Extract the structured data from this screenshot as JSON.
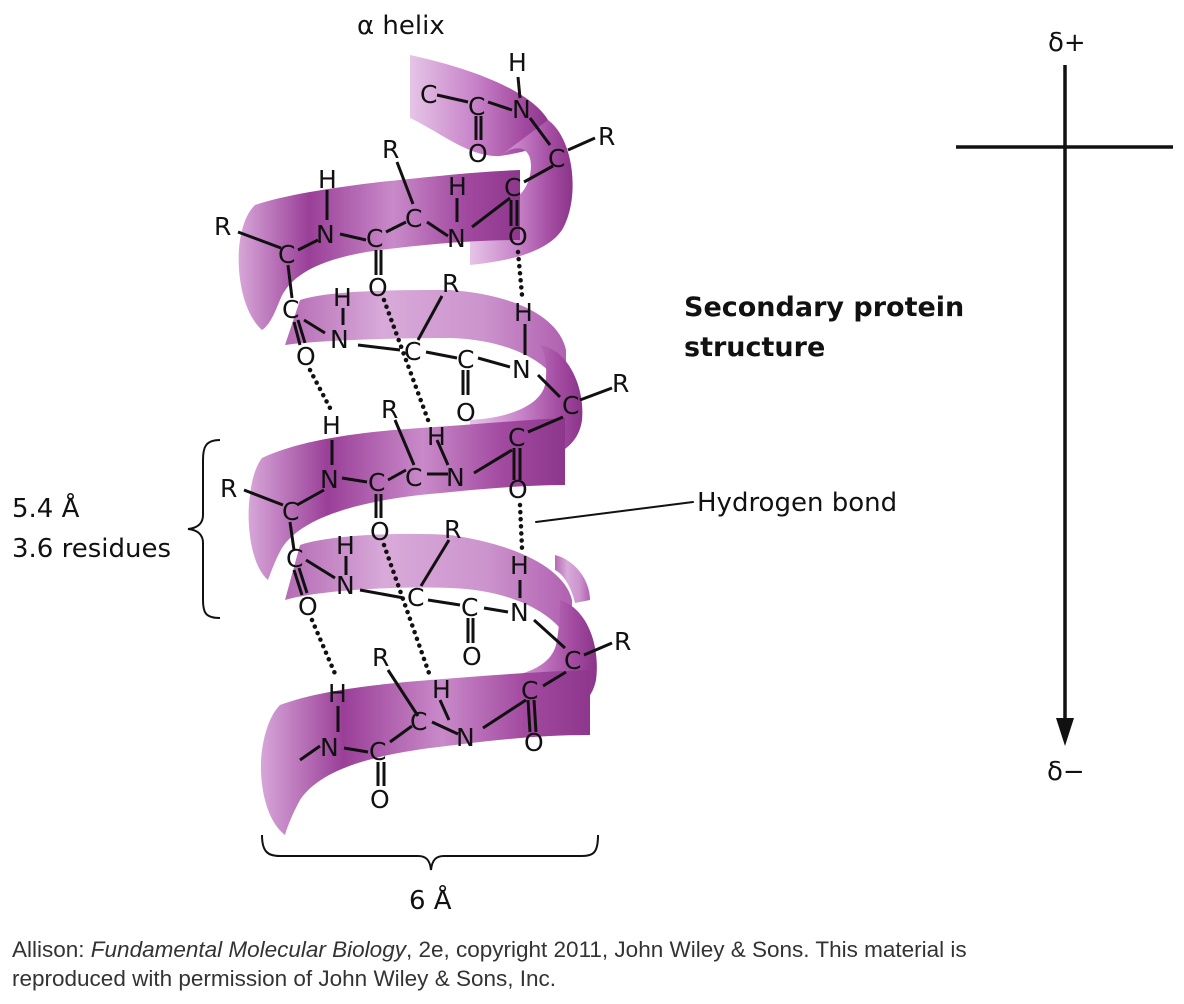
{
  "helix_title": "α helix",
  "section_title_line1": "Secondary protein",
  "section_title_line2": "structure",
  "hydrogen_bond_label": "Hydrogen bond",
  "pitch_label_line1": "5.4 Å",
  "pitch_label_line2": "3.6 residues",
  "width_label": "6 Å",
  "dipole_top": "δ+",
  "dipole_bottom": "δ−",
  "credit": {
    "author": "Allison: ",
    "book": "Fundamental Molecular Biology",
    "rest_line1": ", 2e, copyright 2011, John Wiley & Sons. This material is",
    "line2": "reproduced with permission of John Wiley & Sons, Inc."
  },
  "colors": {
    "ribbon": "#a24aa0",
    "ribbon_light": "#e2bde3",
    "ribbon_dark": "#7c2b7e",
    "text": "#111111"
  },
  "atoms": {
    "C": "C",
    "N": "N",
    "O": "O",
    "H": "H",
    "R": "R"
  }
}
